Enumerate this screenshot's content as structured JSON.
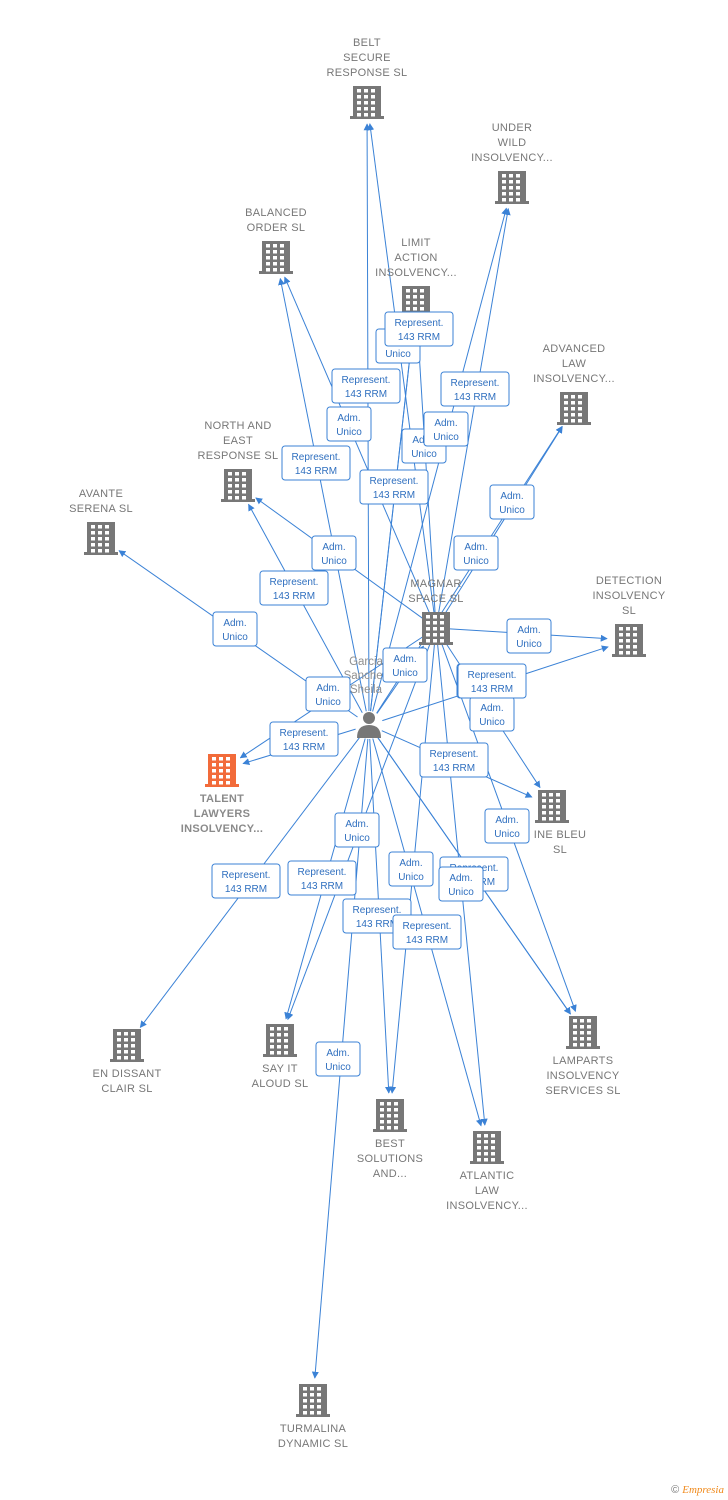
{
  "colors": {
    "edge": "#3b82d6",
    "building": "#777777",
    "building_focus": "#f26b3a",
    "person": "#777777",
    "label": "#777777",
    "edge_text": "#2f6fbf"
  },
  "person": {
    "id": "person",
    "lines": [
      "Garcia",
      "Sanchez",
      "Sheila"
    ]
  },
  "nodes": [
    {
      "id": "belt",
      "lines": [
        "BELT",
        "SECURE",
        "RESPONSE SL"
      ]
    },
    {
      "id": "under",
      "lines": [
        "UNDER",
        "WILD",
        "INSOLVENCY..."
      ]
    },
    {
      "id": "balanced",
      "lines": [
        "BALANCED",
        "ORDER SL"
      ]
    },
    {
      "id": "limit",
      "lines": [
        "LIMIT",
        "ACTION",
        "INSOLVENCY..."
      ]
    },
    {
      "id": "advanced",
      "lines": [
        "ADVANCED",
        "LAW",
        "INSOLVENCY..."
      ]
    },
    {
      "id": "north",
      "lines": [
        "NORTH AND",
        "EAST",
        "RESPONSE SL"
      ]
    },
    {
      "id": "avante",
      "lines": [
        "AVANTE",
        "SERENA SL"
      ]
    },
    {
      "id": "magmar",
      "lines": [
        "MAGMAR",
        "SPACE SL"
      ]
    },
    {
      "id": "detection",
      "lines": [
        "DETECTION",
        "INSOLVENCY",
        "SL"
      ]
    },
    {
      "id": "talent",
      "lines": [
        "TALENT",
        "LAWYERS",
        "INSOLVENCY..."
      ],
      "focus": true
    },
    {
      "id": "ine",
      "lines": [
        "INE BLEU",
        "SL"
      ]
    },
    {
      "id": "endissant",
      "lines": [
        "EN DISSANT",
        "CLAIR SL"
      ]
    },
    {
      "id": "sayit",
      "lines": [
        "SAY IT",
        "ALOUD SL"
      ]
    },
    {
      "id": "lamparts",
      "lines": [
        "LAMPARTS",
        "INSOLVENCY",
        "SERVICES SL"
      ]
    },
    {
      "id": "best",
      "lines": [
        "BEST",
        "SOLUTIONS",
        "AND..."
      ]
    },
    {
      "id": "atlantic",
      "lines": [
        "ATLANTIC",
        "LAW",
        "INSOLVENCY..."
      ]
    },
    {
      "id": "turmalina",
      "lines": [
        "TURMALINA",
        "DYNAMIC SL"
      ]
    }
  ],
  "edges": [
    {
      "from": "person",
      "to": "belt",
      "label": [
        "Represent.",
        "143 RRM"
      ]
    },
    {
      "from": "person",
      "to": "balanced",
      "label": [
        "Represent.",
        "143 RRM"
      ]
    },
    {
      "from": "person",
      "to": "limit",
      "label": [
        "Adm.",
        "Unico"
      ]
    },
    {
      "from": "person",
      "to": "under",
      "label": [
        "Represent.",
        "143 RRM"
      ]
    },
    {
      "from": "person",
      "to": "north",
      "label": [
        "Represent.",
        "143 RRM"
      ]
    },
    {
      "from": "person",
      "to": "avante",
      "label": [
        "Adm.",
        "Unico"
      ]
    },
    {
      "from": "person",
      "to": "talent",
      "label": [
        "Represent.",
        "143 RRM"
      ]
    },
    {
      "from": "person",
      "to": "detection",
      "label": [
        "Represent.",
        "143 RRM"
      ]
    },
    {
      "from": "person",
      "to": "ine",
      "label": [
        "Represent.",
        "143 RRM"
      ]
    },
    {
      "from": "person",
      "to": "endissant",
      "label": [
        "Represent.",
        "143 RRM"
      ]
    },
    {
      "from": "person",
      "to": "sayit",
      "label": [
        "Represent.",
        "143 RRM"
      ]
    },
    {
      "from": "person",
      "to": "best",
      "label": [
        "Represent.",
        "143 RRM"
      ]
    },
    {
      "from": "person",
      "to": "atlantic",
      "label": [
        "Represent.",
        "143 RRM"
      ]
    },
    {
      "from": "person",
      "to": "lamparts",
      "label": [
        "Represent.",
        "143 RRM"
      ]
    },
    {
      "from": "person",
      "to": "turmalina",
      "label": [
        "Adm.",
        "Unico"
      ]
    },
    {
      "from": "person",
      "to": "advanced",
      "label": [
        "Adm.",
        "Unico"
      ]
    },
    {
      "from": "magmar",
      "to": "belt",
      "label": [
        "Adm.",
        "Unico"
      ]
    },
    {
      "from": "magmar",
      "to": "balanced",
      "label": [
        "Adm.",
        "Unico"
      ]
    },
    {
      "from": "magmar",
      "to": "limit",
      "label": [
        "Adm.",
        "Unico"
      ]
    },
    {
      "from": "magmar",
      "to": "under",
      "label": [
        "Adm.",
        "Unico"
      ]
    },
    {
      "from": "magmar",
      "to": "north",
      "label": [
        "Adm.",
        "Unico"
      ]
    },
    {
      "from": "magmar",
      "to": "talent",
      "label": [
        "Adm.",
        "Unico"
      ]
    },
    {
      "from": "magmar",
      "to": "detection",
      "label": [
        "Adm.",
        "Unico"
      ]
    },
    {
      "from": "magmar",
      "to": "ine",
      "label": [
        "Adm.",
        "Unico"
      ]
    },
    {
      "from": "magmar",
      "to": "sayit",
      "label": [
        "Adm.",
        "Unico"
      ]
    },
    {
      "from": "magmar",
      "to": "best",
      "label": [
        "Adm.",
        "Unico"
      ]
    },
    {
      "from": "magmar",
      "to": "atlantic",
      "label": [
        "Adm.",
        "Unico"
      ]
    },
    {
      "from": "magmar",
      "to": "lamparts",
      "label": [
        "Adm.",
        "Unico"
      ]
    },
    {
      "from": "magmar",
      "to": "advanced",
      "label": [
        "Adm.",
        "Unico"
      ]
    },
    {
      "from": "person",
      "to": "magmar",
      "label": [
        "Represent.",
        "143 RRM"
      ]
    },
    {
      "from": "person",
      "to": "limit",
      "label": [
        "Represent.",
        "143 RRM"
      ]
    },
    {
      "from": "person",
      "to": "lamparts",
      "label": [
        "Represent.",
        "143 RRM"
      ]
    }
  ],
  "footer": {
    "copyright": "©",
    "brand": "Empresia"
  }
}
